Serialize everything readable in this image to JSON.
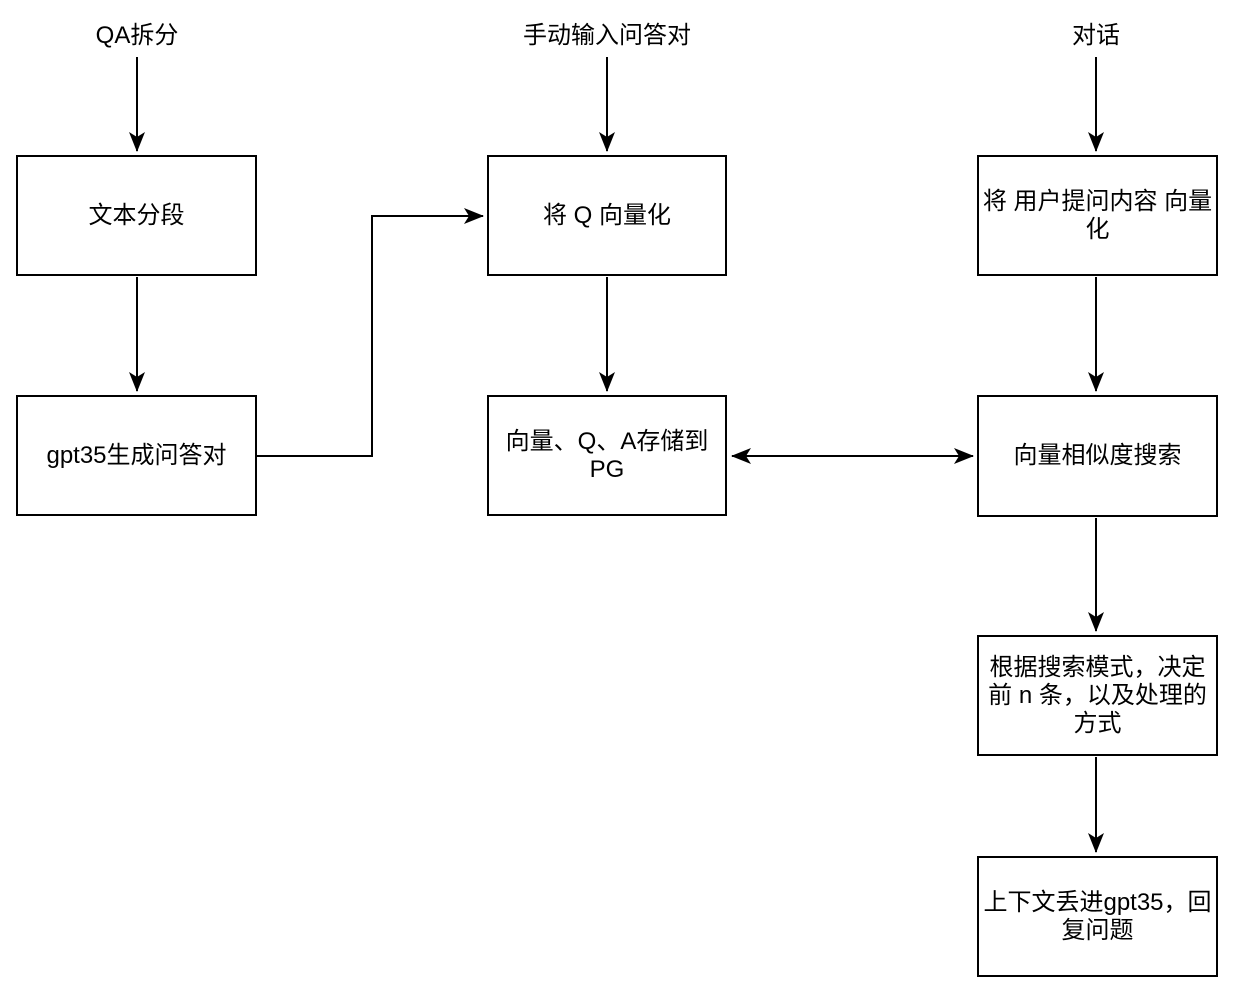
{
  "diagram": {
    "colors": {
      "background": "#ffffff",
      "stroke": "#000000",
      "node_fill": "#ffffff",
      "text": "#000000"
    },
    "entry_labels": {
      "qa_split": "QA拆分",
      "manual_qa": "手动输入问答对",
      "chat": "对话"
    },
    "nodes": {
      "text_segmentation": "文本分段",
      "gpt35_generate_qa": "gpt35生成问答对",
      "vectorize_q": "将 Q 向量化",
      "store_to_pg": "向量、Q、A存储到\nPG",
      "vectorize_user_question": "将 用户提问内容 向量\n化",
      "vector_similarity_search": "向量相似度搜索",
      "search_mode_decision": "根据搜索模式，决定\n前 n 条，以及处理的\n方式",
      "gpt35_reply": "上下文丢进gpt35，回\n复问题"
    },
    "edges": [
      {
        "from": "qa_split",
        "to": "text_segmentation",
        "style": "arrow"
      },
      {
        "from": "text_segmentation",
        "to": "gpt35_generate_qa",
        "style": "arrow"
      },
      {
        "from": "gpt35_generate_qa",
        "to": "vectorize_q",
        "style": "arrow-elbow"
      },
      {
        "from": "manual_qa",
        "to": "vectorize_q",
        "style": "arrow"
      },
      {
        "from": "vectorize_q",
        "to": "store_to_pg",
        "style": "arrow"
      },
      {
        "from": "store_to_pg",
        "to": "vector_similarity_search",
        "style": "arrow-bidirectional"
      },
      {
        "from": "chat",
        "to": "vectorize_user_question",
        "style": "arrow"
      },
      {
        "from": "vectorize_user_question",
        "to": "vector_similarity_search",
        "style": "arrow"
      },
      {
        "from": "vector_similarity_search",
        "to": "search_mode_decision",
        "style": "arrow"
      },
      {
        "from": "search_mode_decision",
        "to": "gpt35_reply",
        "style": "arrow"
      }
    ]
  }
}
